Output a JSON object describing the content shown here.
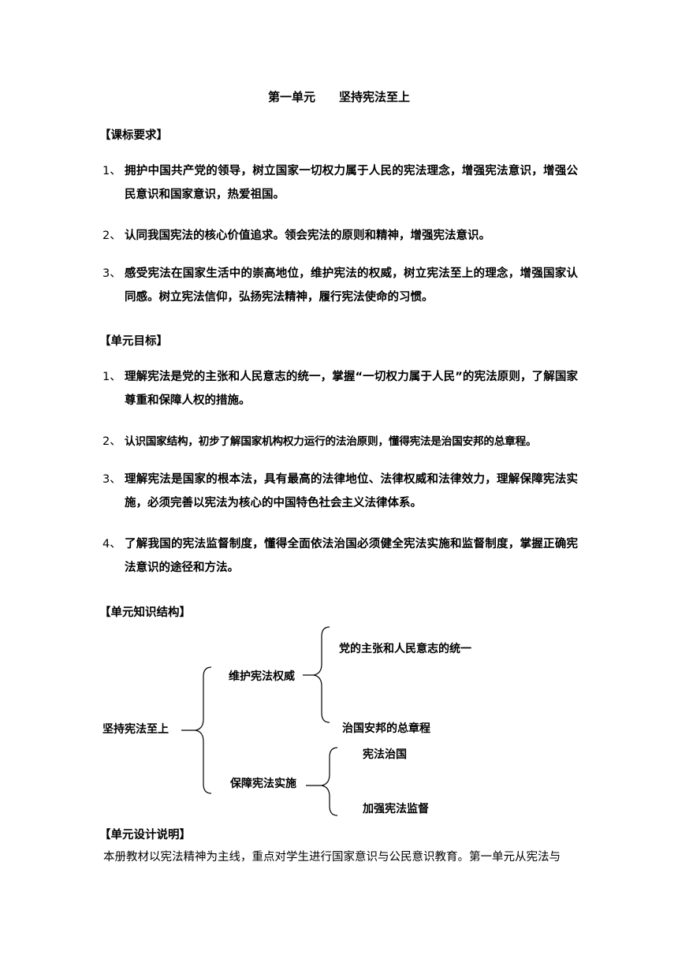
{
  "title": "第一单元　　坚持宪法至上",
  "sections": {
    "standards": {
      "heading": "【课标要求】",
      "items": [
        {
          "num": "1、",
          "text": "拥护中国共产党的领导，树立国家一切权力属于人民的宪法理念，增强宪法意识，增强公民意识和国家意识，热爱祖国。"
        },
        {
          "num": "2、",
          "text": "认同我国宪法的核心价值追求。领会宪法的原则和精神，增强宪法意识。"
        },
        {
          "num": "3、",
          "text": "感受宪法在国家生活中的崇高地位，维护宪法的权威，树立宪法至上的理念，增强国家认同感。树立宪法信仰，弘扬宪法精神，履行宪法使命的习惯。"
        }
      ]
    },
    "goals": {
      "heading": "【单元目标】",
      "items": [
        {
          "num": "1、",
          "text": "理解宪法是党的主张和人民意志的统一，掌握“一切权力属于人民”的宪法原则，了解国家尊重和保障人权的措施。"
        },
        {
          "num": "2、",
          "text": "认识国家结构，初步了解国家机构权力运行的法治原则，懂得宪法是治国安邦的总章程。"
        },
        {
          "num": "3、",
          "text": "理解宪法是国家的根本法，具有最高的法律地位、法律权威和法律效力，理解保障宪法实施，必须完善以宪法为核心的中国特色社会主义法律体系。"
        },
        {
          "num": "4、",
          "text": "了解我国的宪法监督制度，懂得全面依法治国必须健全宪法实施和监督制度，掌握正确宪法意识的途径和方法。"
        }
      ]
    },
    "structure": {
      "heading": "【单元知识结构】",
      "root": "坚持宪法至上",
      "branches": [
        {
          "label": "维护宪法权威",
          "children": [
            "党的主张和人民意志的统一",
            "治国安邦的总章程"
          ]
        },
        {
          "label": "保障宪法实施",
          "children": [
            "宪法治国",
            "加强宪法监督"
          ]
        }
      ]
    },
    "design": {
      "heading": "【单元设计说明】",
      "text": "本册教材以宪法精神为主线，重点对学生进行国家意识与公民意识教育。第一单元从宪法与"
    }
  }
}
